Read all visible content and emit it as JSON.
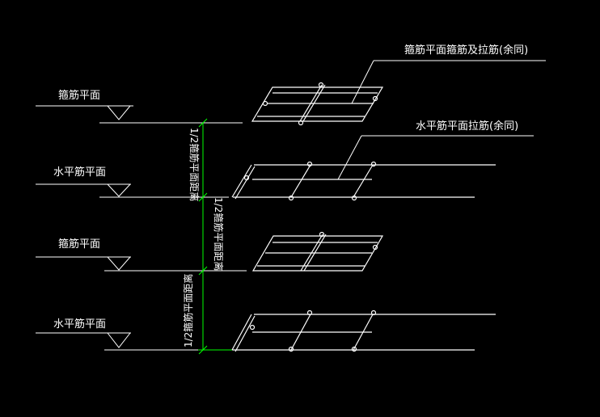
{
  "labels": {
    "stirrup_plane_tie": "箍筋平面箍筋及拉筋(余同)",
    "horizontal_plane_tie": "水平筋平面拉筋(余同)",
    "level_1": "箍筋平面",
    "level_2": "水平筋平面",
    "level_3": "箍筋平面",
    "level_4": "水平筋平面",
    "dim_1": "1/2箍筋平面距离",
    "dim_2": "1/2箍筋平面距离",
    "dim_3": "1/2箍筋平面距离"
  },
  "colors": {
    "background": "#000000",
    "line": "#ffffff",
    "dimension": "#00ff00"
  }
}
